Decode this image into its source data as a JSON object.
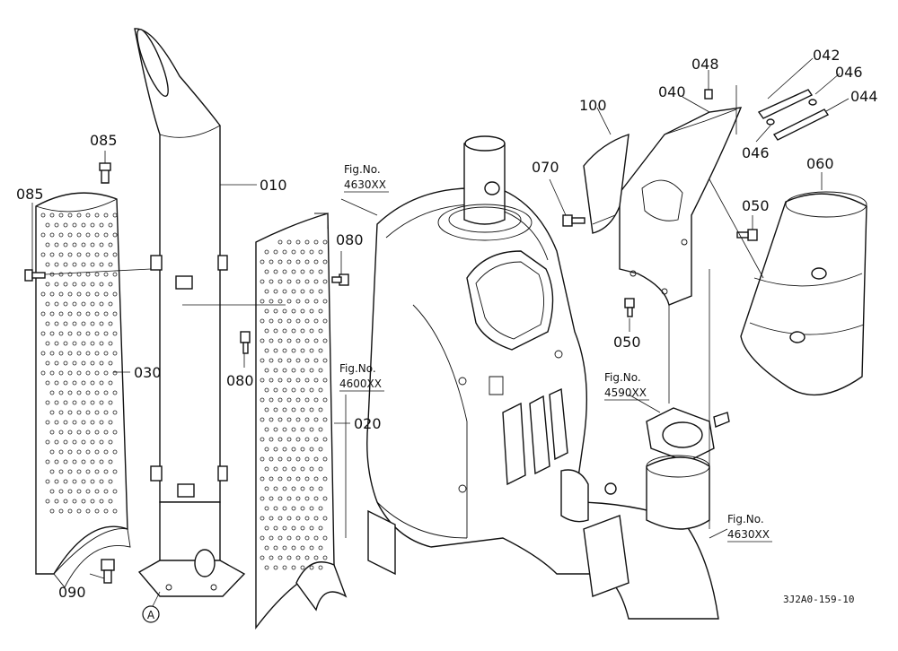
{
  "callouts": {
    "p010": "010",
    "p020": "020",
    "p030": "030",
    "p040": "040",
    "p042": "042",
    "p044": "044",
    "p046a": "046",
    "p046b": "046",
    "p048": "048",
    "p050a": "050",
    "p050b": "050",
    "p060": "060",
    "p070": "070",
    "p080a": "080",
    "p080b": "080",
    "p085a": "085",
    "p085b": "085",
    "p090": "090",
    "p100": "100",
    "marker_a": "A"
  },
  "figure_refs": [
    {
      "line1": "Fig.No.",
      "line2": "4630XX"
    },
    {
      "line1": "Fig.No.",
      "line2": "4600XX"
    },
    {
      "line1": "Fig.No.",
      "line2": "4590XX"
    },
    {
      "line1": "Fig.No.",
      "line2": "4630XX"
    }
  ],
  "drawing_code": "3J2A0-159-10"
}
